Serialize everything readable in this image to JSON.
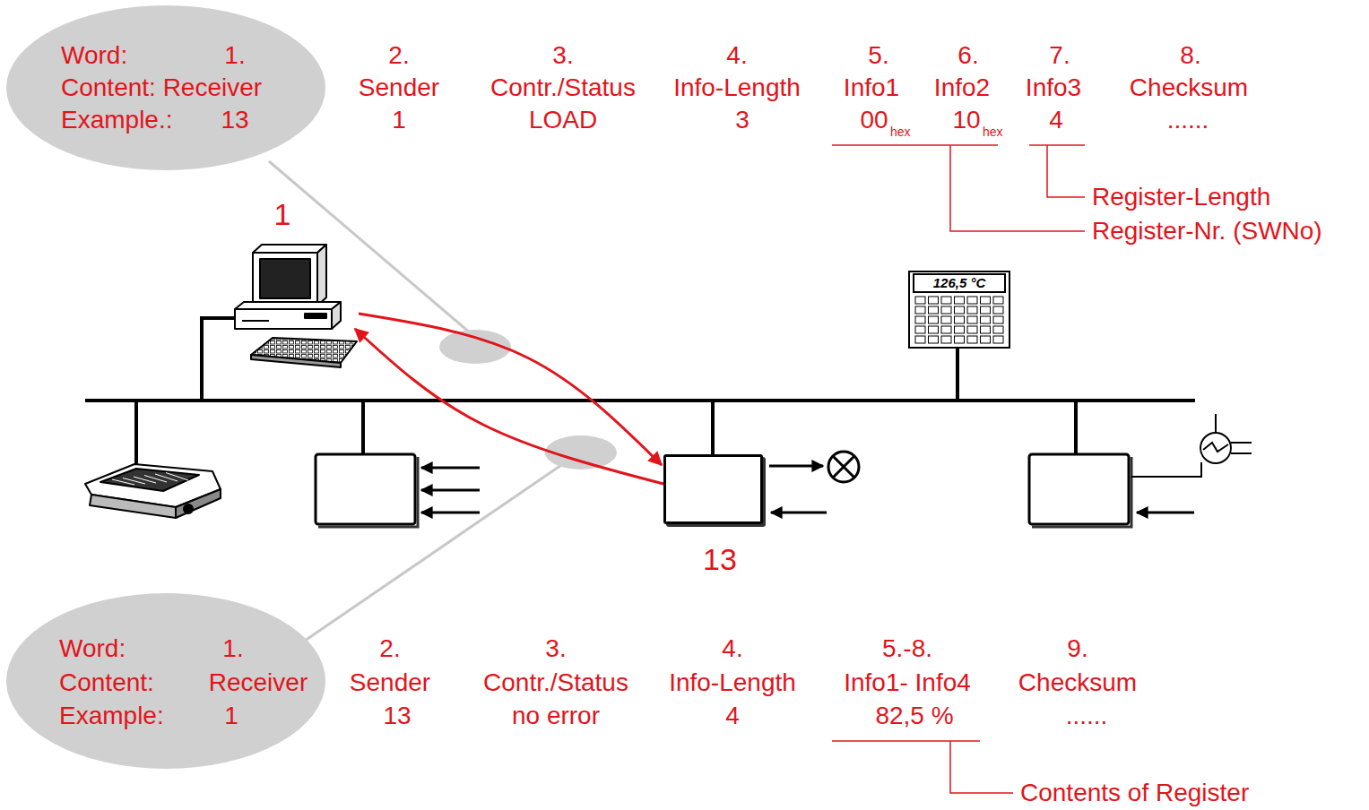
{
  "diagram": {
    "nodes": [
      {
        "text": [
          "Word:",
          "1.",
          "Content: Receiver",
          "Example.:",
          "13"
        ]
      },
      {
        "text": [
          "1"
        ]
      },
      {
        "text": [
          "13"
        ]
      },
      {
        "text": [
          "Word:",
          "1.",
          "Content:",
          "Receiver",
          "Example:",
          "1"
        ]
      }
    ],
    "edges": [
      {
        "from": 1,
        "to": 2,
        "arrow": "to"
      },
      {
        "from": 2,
        "to": 1,
        "arrow": "to"
      }
    ],
    "labels": [
      "2.",
      "Sender",
      "1",
      "3.",
      "Contr./Status",
      "LOAD",
      "4.",
      "Info-Length",
      "3",
      "5.",
      "Info1",
      "00",
      "hex",
      "6.",
      "Info2",
      "10",
      "hex",
      "7.",
      "Info3",
      "4",
      "8.",
      "Checksum",
      "......",
      "Register-Length",
      "Register-Nr. (SWNo)",
      "126,5 °C",
      "2.",
      "Sender",
      "13",
      "3.",
      "Contr./Status",
      "no error",
      "4.",
      "Info-Length",
      "4",
      "5.-8.",
      "Info1- Info4",
      "82,5 %",
      "9.",
      "Checksum",
      "......",
      "Contents of Register"
    ]
  }
}
